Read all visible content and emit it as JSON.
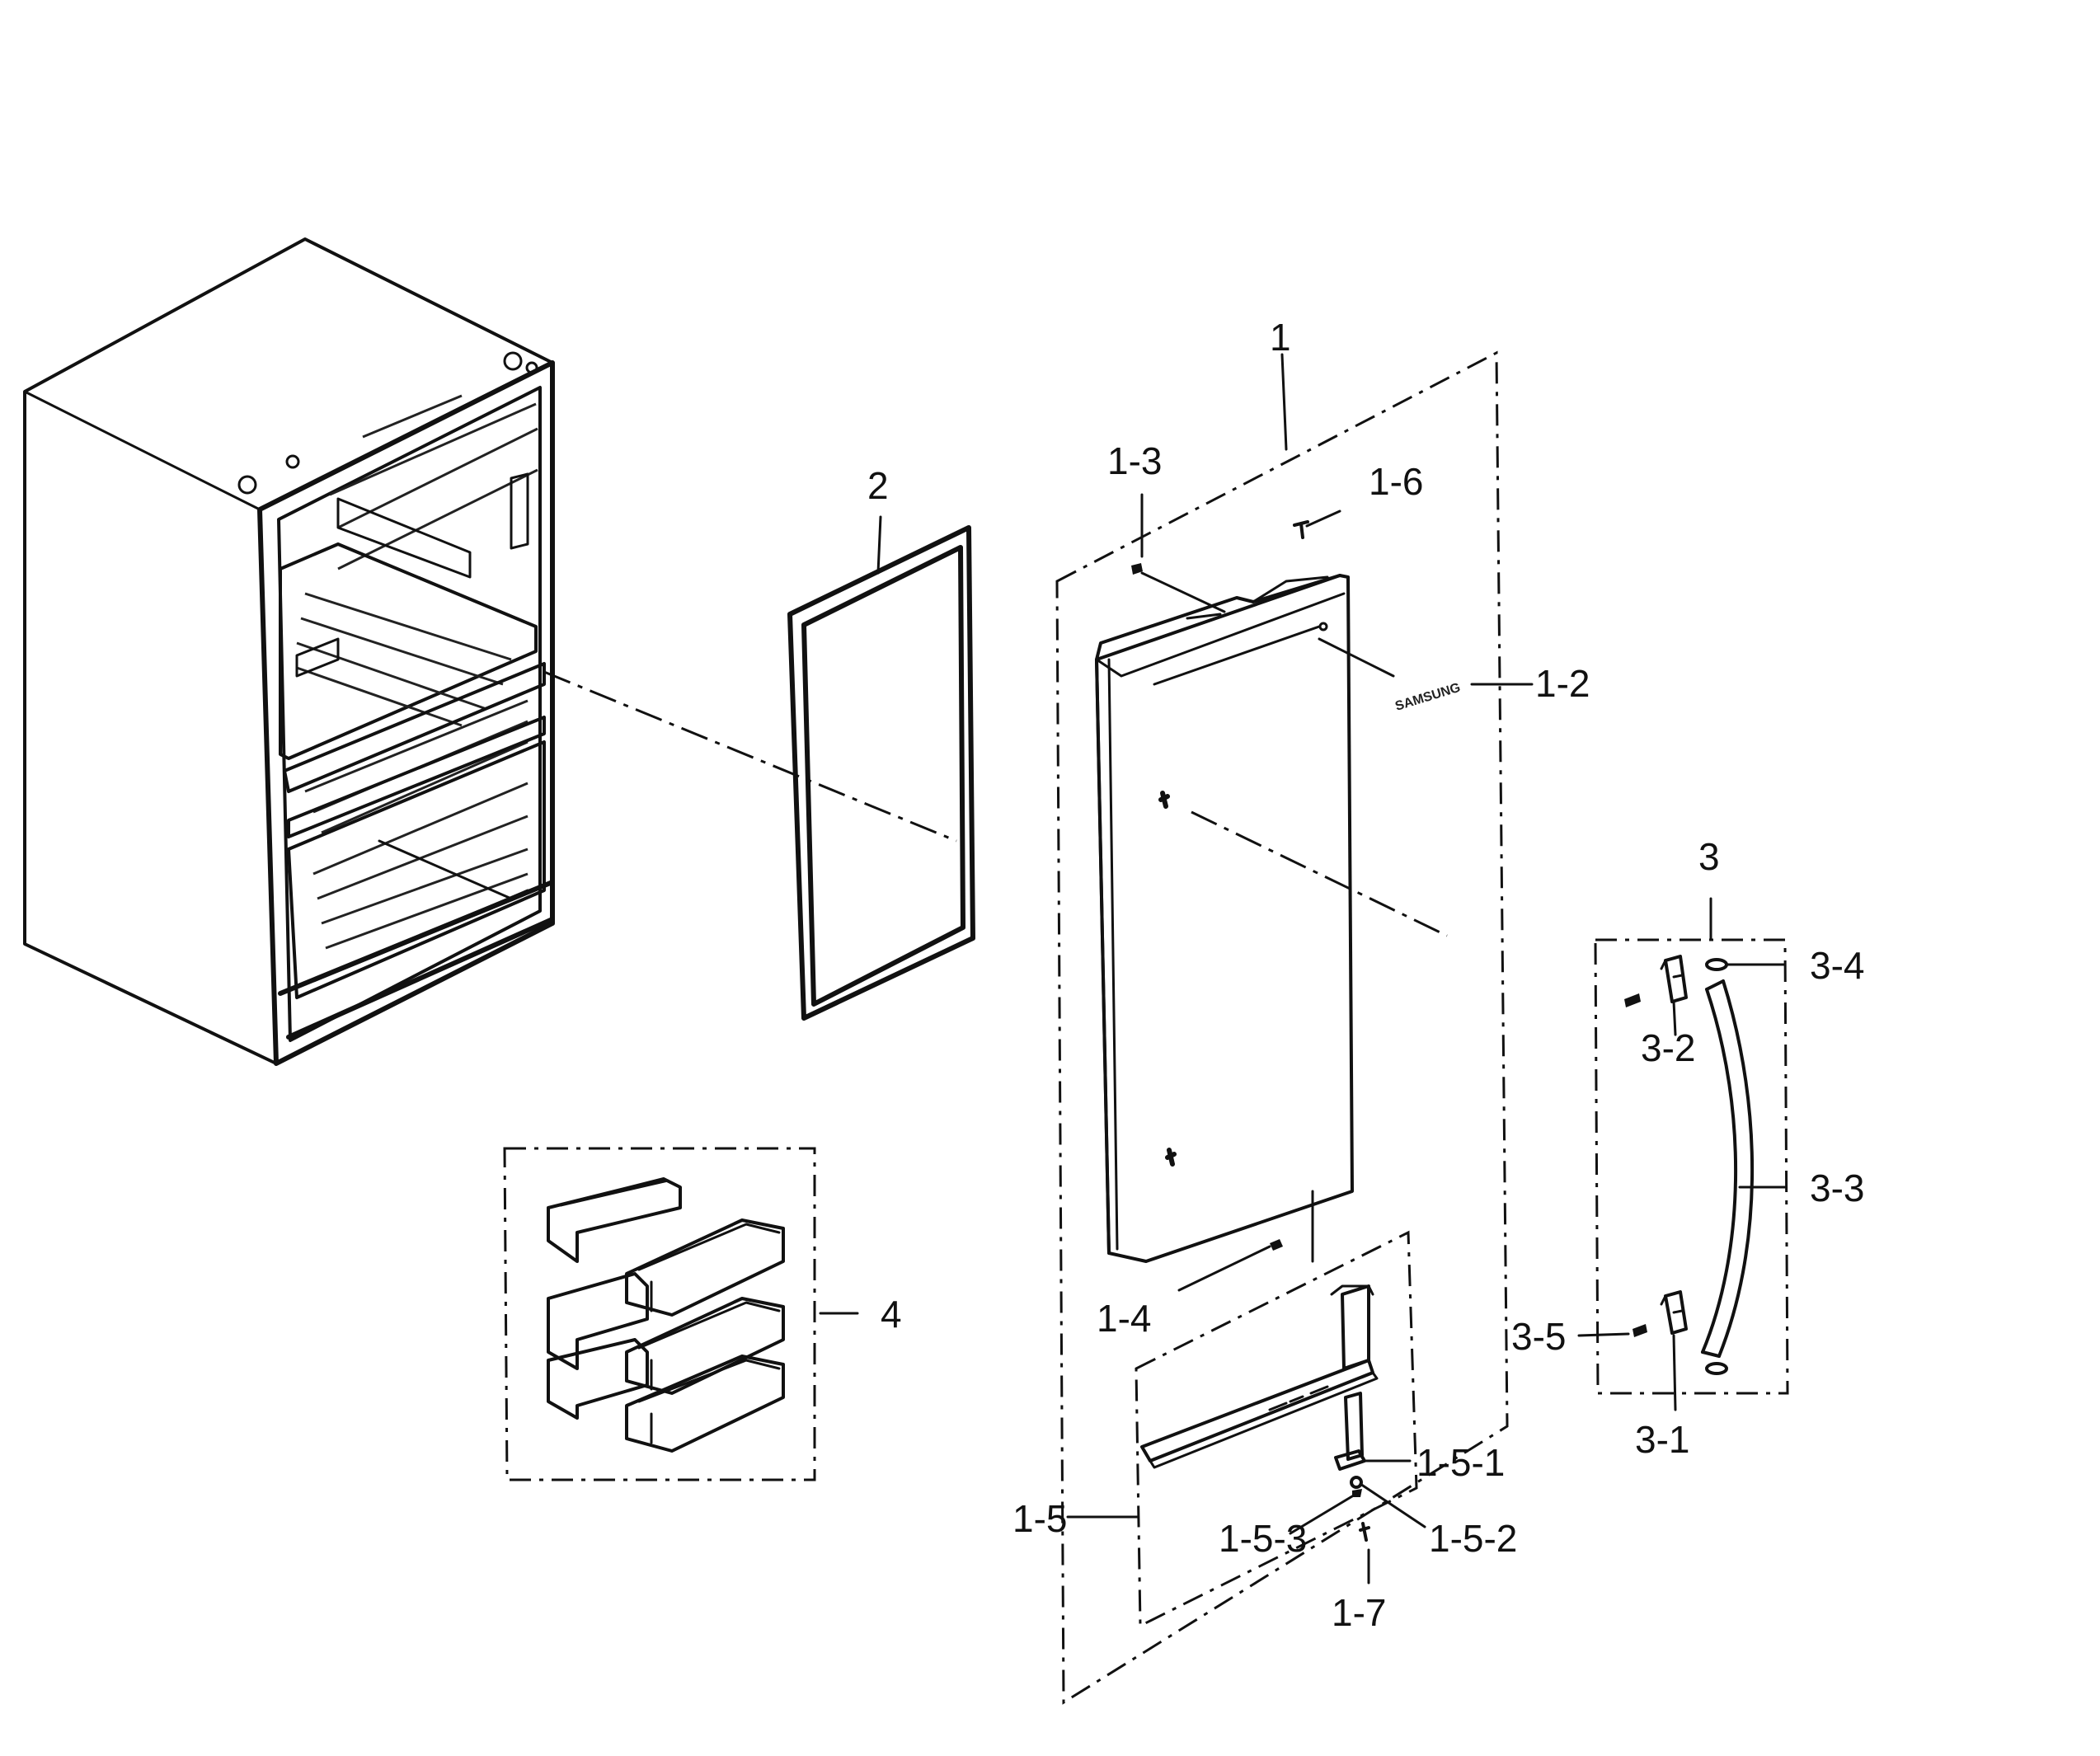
{
  "diagram": {
    "brand_text": "SAMSUNG",
    "callouts": {
      "c1": "1",
      "c1_2": "1-2",
      "c1_3": "1-3",
      "c1_4": "1-4",
      "c1_5": "1-5",
      "c1_5_1": "1-5-1",
      "c1_5_2": "1-5-2",
      "c1_5_3": "1-5-3",
      "c1_6": "1-6",
      "c1_7": "1-7",
      "c2": "2",
      "c3": "3",
      "c3_1": "3-1",
      "c3_2": "3-2",
      "c3_3": "3-3",
      "c3_4": "3-4",
      "c3_5": "3-5",
      "c4": "4"
    },
    "parts": [
      "refrigerator-cabinet",
      "door-assembly",
      "door-gasket",
      "handle-assembly",
      "door-bins"
    ]
  }
}
